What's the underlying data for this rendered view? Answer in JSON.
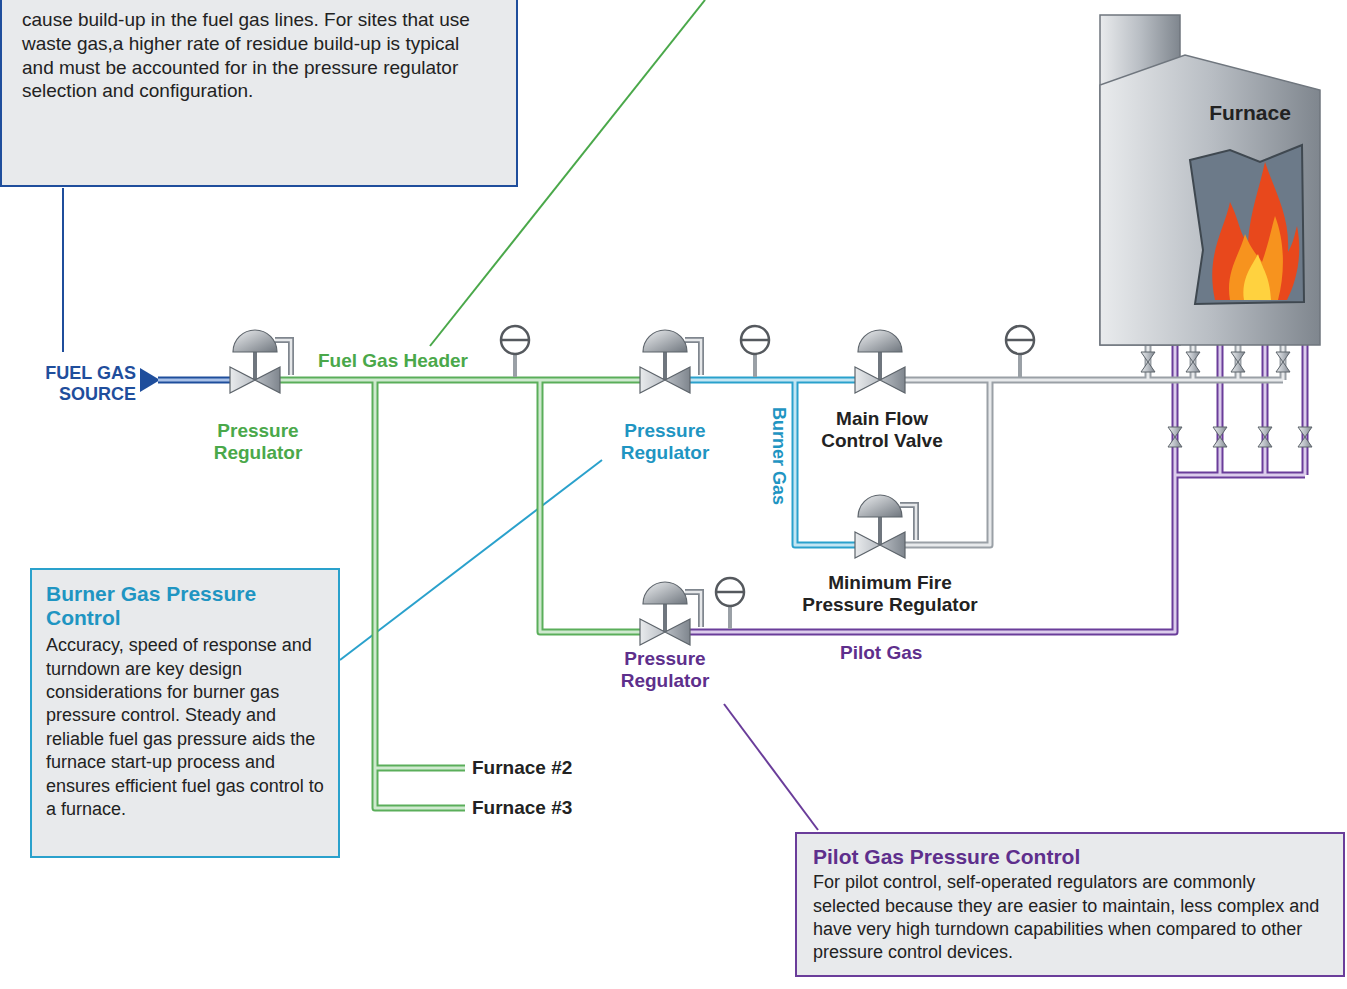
{
  "diagram": {
    "nodes": [
      {
        "text": [
          "cause build-up in the fuel gas lines. For sites that use waste gas,a higher rate of residue build-up is typical and must be accounted for in the pressure regulator selection and configuration."
        ]
      },
      {
        "text": [
          "Furnace"
        ]
      },
      {
        "text": [
          "Burner Gas Pressure Control",
          "Accuracy, speed of response and turndown are key design considerations for burner gas pressure control. Steady and reliable fuel gas pressure aids the furnace start-up process and ensures efficient fuel gas control to a furnace."
        ]
      },
      {
        "text": [
          "Pilot Gas Pressure Control",
          "For pilot control, self-operated regulators are commonly selected because they are easier to maintain, less complex and have very high turndown capabilities when compared to other pressure control devices."
        ]
      }
    ],
    "labels": [
      "FUEL GAS SOURCE",
      "Pressure Regulator",
      "Fuel Gas Header",
      "Pressure Regulator",
      "Burner Gas",
      "Main Flow Control Valve",
      "Minimum Fire Pressure Regulator",
      "Pressure Regulator",
      "Pilot Gas",
      "Furnace #2",
      "Furnace #3"
    ]
  }
}
